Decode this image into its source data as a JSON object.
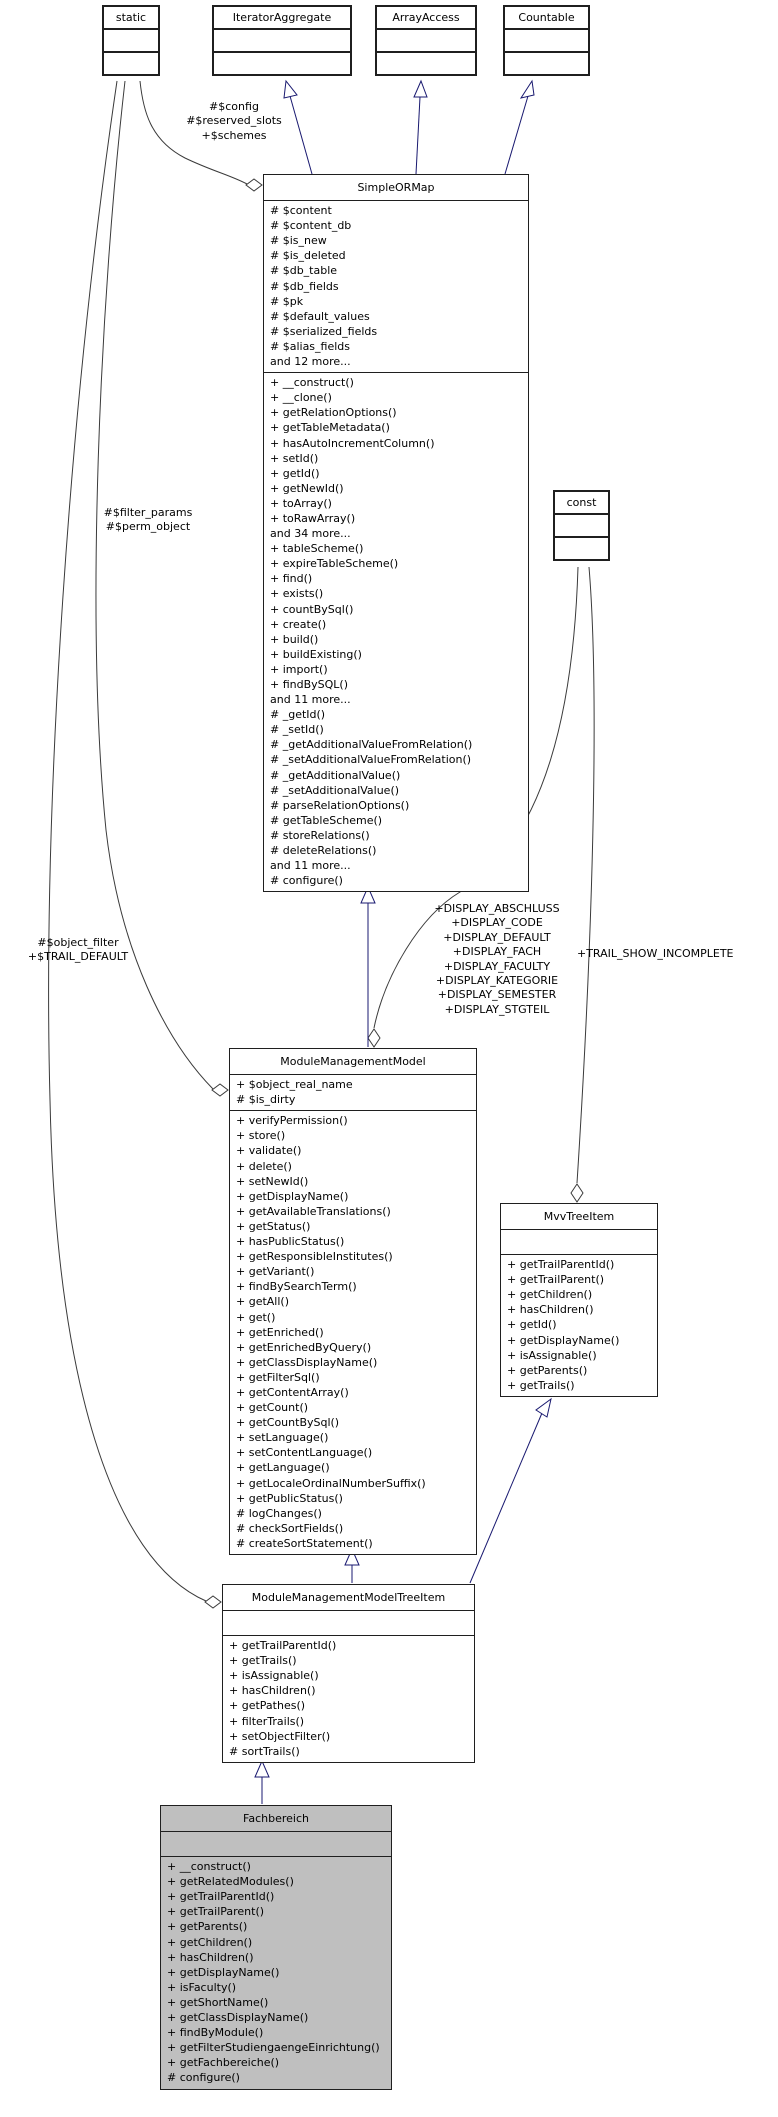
{
  "colors": {
    "box_border": "#1f1f1f",
    "box_fill": "#ffffff",
    "highlight_fill": "#bfbfbf",
    "inheritance_edge": "#191970",
    "collaboration_edge": "#3a3a3a"
  },
  "classes": {
    "static": {
      "title": "static"
    },
    "iterator_aggregate": {
      "title": "IteratorAggregate"
    },
    "array_access": {
      "title": "ArrayAccess"
    },
    "countable": {
      "title": "Countable"
    },
    "const": {
      "title": "const"
    },
    "simple_or_map": {
      "title": "SimpleORMap",
      "attributes": [
        "# $content",
        "# $content_db",
        "# $is_new",
        "# $is_deleted",
        "# $db_table",
        "# $db_fields",
        "# $pk",
        "# $default_values",
        "# $serialized_fields",
        "# $alias_fields",
        "and 12 more..."
      ],
      "methods": [
        "+ __construct()",
        "+ __clone()",
        "+ getRelationOptions()",
        "+ getTableMetadata()",
        "+ hasAutoIncrementColumn()",
        "+ setId()",
        "+ getId()",
        "+ getNewId()",
        "+ toArray()",
        "+ toRawArray()",
        "and 34 more...",
        "+ tableScheme()",
        "+ expireTableScheme()",
        "+ find()",
        "+ exists()",
        "+ countBySql()",
        "+ create()",
        "+ build()",
        "+ buildExisting()",
        "+ import()",
        "+ findBySQL()",
        "and 11 more...",
        "# _getId()",
        "# _setId()",
        "# _getAdditionalValueFromRelation()",
        "# _setAdditionalValueFromRelation()",
        "# _getAdditionalValue()",
        "# _setAdditionalValue()",
        "# parseRelationOptions()",
        "# getTableScheme()",
        "# storeRelations()",
        "# deleteRelations()",
        "and 11 more...",
        "# configure()"
      ]
    },
    "module_management_model": {
      "title": "ModuleManagementModel",
      "attributes": [
        "+ $object_real_name",
        "# $is_dirty"
      ],
      "methods": [
        "+ verifyPermission()",
        "+ store()",
        "+ validate()",
        "+ delete()",
        "+ setNewId()",
        "+ getDisplayName()",
        "+ getAvailableTranslations()",
        "+ getStatus()",
        "+ hasPublicStatus()",
        "+ getResponsibleInstitutes()",
        "+ getVariant()",
        "+ findBySearchTerm()",
        "+ getAll()",
        "+ get()",
        "+ getEnriched()",
        "+ getEnrichedByQuery()",
        "+ getClassDisplayName()",
        "+ getFilterSql()",
        "+ getContentArray()",
        "+ getCount()",
        "+ getCountBySql()",
        "+ setLanguage()",
        "+ setContentLanguage()",
        "+ getLanguage()",
        "+ getLocaleOrdinalNumberSuffix()",
        "+ getPublicStatus()",
        "# logChanges()",
        "# checkSortFields()",
        "# createSortStatement()"
      ]
    },
    "mvv_tree_item": {
      "title": "MvvTreeItem",
      "attributes": [],
      "methods": [
        "+ getTrailParentId()",
        "+ getTrailParent()",
        "+ getChildren()",
        "+ hasChildren()",
        "+ getId()",
        "+ getDisplayName()",
        "+ isAssignable()",
        "+ getParents()",
        "+ getTrails()"
      ]
    },
    "module_management_model_tree_item": {
      "title": "ModuleManagementModelTreeItem",
      "attributes": [],
      "methods": [
        "+ getTrailParentId()",
        "+ getTrails()",
        "+ isAssignable()",
        "+ hasChildren()",
        "+ getPathes()",
        "+ filterTrails()",
        "+ setObjectFilter()",
        "# sortTrails()"
      ]
    },
    "fachbereich": {
      "title": "Fachbereich",
      "attributes": [],
      "methods": [
        "+ __construct()",
        "+ getRelatedModules()",
        "+ getTrailParentId()",
        "+ getTrailParent()",
        "+ getParents()",
        "+ getChildren()",
        "+ hasChildren()",
        "+ getDisplayName()",
        "+ isFaculty()",
        "+ getShortName()",
        "+ getClassDisplayName()",
        "+ findByModule()",
        "+ getFilterStudiengaengeEinrichtung()",
        "+ getFachbereiche()",
        "# configure()"
      ]
    }
  },
  "edge_labels": {
    "config": [
      "#$config",
      "#$reserved_slots",
      "+$schemes"
    ],
    "filter": [
      "#$filter_params",
      "#$perm_object"
    ],
    "object_filter": [
      "#$object_filter",
      "+$TRAIL_DEFAULT"
    ],
    "display": [
      "+DISPLAY_ABSCHLUSS",
      "+DISPLAY_CODE",
      "+DISPLAY_DEFAULT",
      "+DISPLAY_FACH",
      "+DISPLAY_FACULTY",
      "+DISPLAY_KATEGORIE",
      "+DISPLAY_SEMESTER",
      "+DISPLAY_STGTEIL"
    ],
    "trail": [
      "+TRAIL_SHOW_INCOMPLETE"
    ]
  }
}
